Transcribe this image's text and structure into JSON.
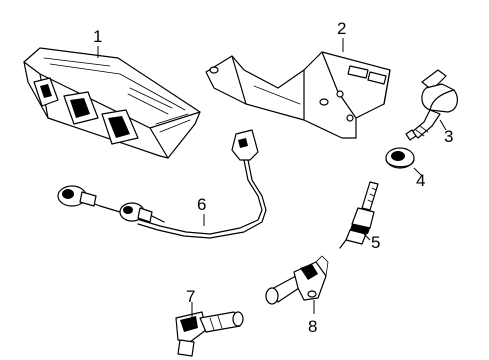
{
  "diagram": {
    "parts": [
      {
        "number": "1",
        "icon": "engine-control-module-icon"
      },
      {
        "number": "2",
        "icon": "mounting-bracket-icon"
      },
      {
        "number": "3",
        "icon": "ignition-coil-icon"
      },
      {
        "number": "4",
        "icon": "grommet-icon"
      },
      {
        "number": "5",
        "icon": "spark-plug-icon"
      },
      {
        "number": "6",
        "icon": "knock-sensor-harness-icon"
      },
      {
        "number": "7",
        "icon": "sensor-icon"
      },
      {
        "number": "8",
        "icon": "camshaft-position-sensor-icon"
      }
    ]
  }
}
